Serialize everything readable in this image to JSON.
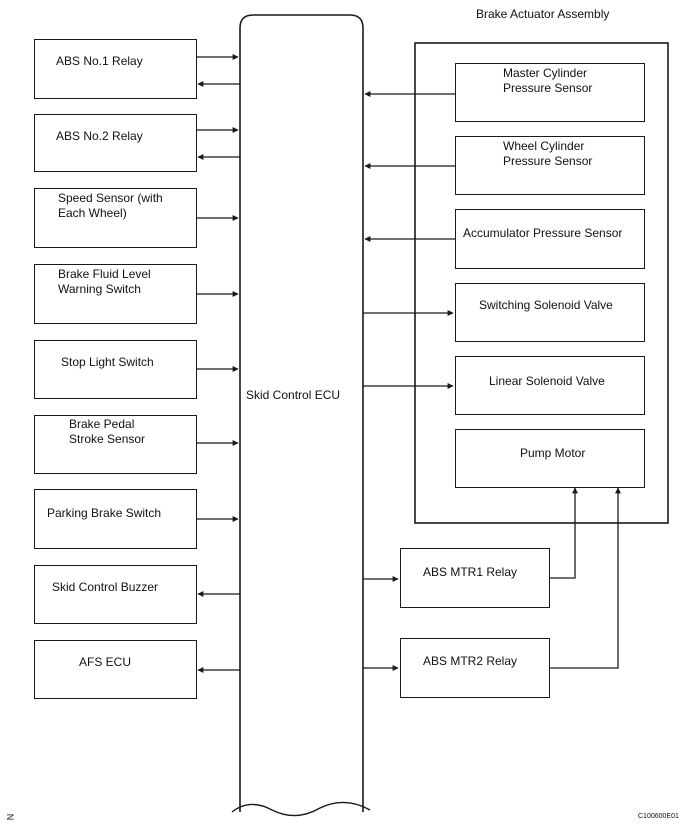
{
  "assembly_title": "Brake Actuator Assembly",
  "ecu_label": "Skid Control ECU",
  "left_boxes": [
    {
      "id": "abs1",
      "label": "ABS No.1 Relay"
    },
    {
      "id": "abs2",
      "label": "ABS No.2 Relay"
    },
    {
      "id": "speed",
      "label": "Speed Sensor (with\nEach Wheel)"
    },
    {
      "id": "fluid",
      "label": "Brake Fluid Level\nWarning Switch"
    },
    {
      "id": "stop",
      "label": "Stop Light Switch"
    },
    {
      "id": "pedal",
      "label": "Brake Pedal\nStroke Sensor"
    },
    {
      "id": "parking",
      "label": "Parking Brake Switch"
    },
    {
      "id": "buzzer",
      "label": "Skid Control Buzzer"
    },
    {
      "id": "afs",
      "label": "AFS ECU"
    }
  ],
  "actuator_boxes": [
    {
      "id": "master",
      "label": "Master Cylinder\nPressure Sensor"
    },
    {
      "id": "wheel",
      "label": "Wheel Cylinder\nPressure Sensor"
    },
    {
      "id": "accum",
      "label": "Accumulator Pressure Sensor"
    },
    {
      "id": "switching",
      "label": "Switching Solenoid Valve"
    },
    {
      "id": "linear",
      "label": "Linear Solenoid Valve"
    },
    {
      "id": "pump",
      "label": "Pump Motor"
    }
  ],
  "relay_boxes": [
    {
      "id": "mtr1",
      "label": "ABS MTR1 Relay"
    },
    {
      "id": "mtr2",
      "label": "ABS MTR2 Relay"
    }
  ],
  "figure_code": "C100600E01",
  "corner_mark": "N"
}
